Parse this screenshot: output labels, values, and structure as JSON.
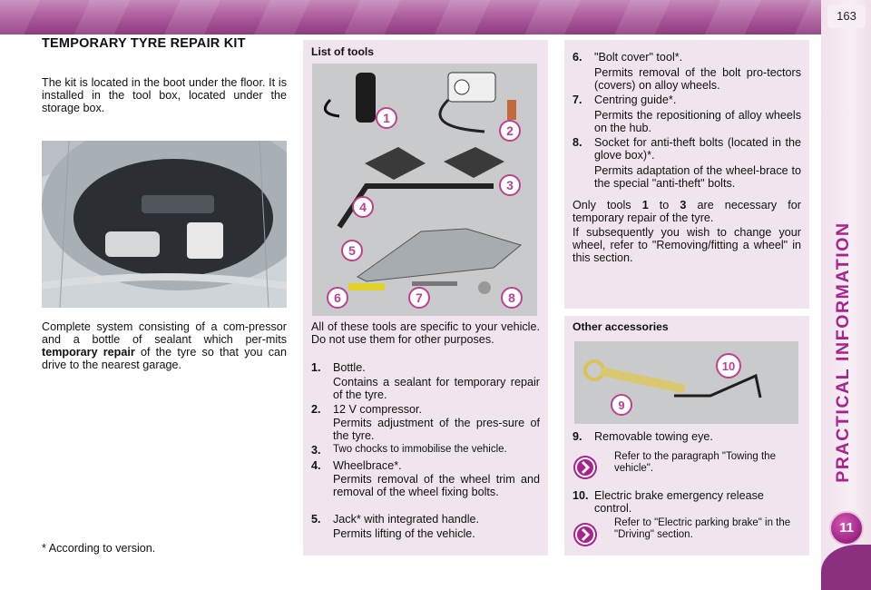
{
  "page": {
    "number": "163",
    "chapter_title": "PRACTICAL INFORMATION",
    "chapter_number": "11"
  },
  "left": {
    "heading": "TEMPORARY TYRE REPAIR KIT",
    "intro": "The kit is located in the boot under the floor. It is installed in the tool box, located under the storage box.",
    "complete_a": "Complete system consisting of a com-pressor and a bottle of sealant which per-mits ",
    "complete_bold": "temporary repair",
    "complete_b": " of the tyre so that you can drive to the nearest garage.",
    "footnote": "* According to version."
  },
  "tools": {
    "heading": "List of tools",
    "image_labels": [
      "1",
      "2",
      "3",
      "4",
      "5",
      "6",
      "7",
      "8"
    ],
    "intro": "All of these tools are specific to your vehicle. Do not use them for other purposes.",
    "items": [
      {
        "num": "1.",
        "title": "Bottle.",
        "desc": "Contains a sealant for temporary repair of the tyre."
      },
      {
        "num": "2.",
        "title": "12 V compressor.",
        "desc": "Permits adjustment of the pres-sure of the tyre."
      },
      {
        "num": "3.",
        "title": "Two chocks to immobilise the vehicle.",
        "desc": ""
      },
      {
        "num": "4.",
        "title": "Wheelbrace*.",
        "desc": "Permits removal of the wheel trim and removal of the wheel fixing bolts."
      },
      {
        "num": "5.",
        "title": "Jack* with integrated handle.",
        "desc": "Permits lifting of the vehicle."
      },
      {
        "num": "6.",
        "title": "\"Bolt cover\" tool*.",
        "desc": "Permits removal of the bolt pro-tectors (covers) on alloy wheels."
      },
      {
        "num": "7.",
        "title": "Centring guide*.",
        "desc": "Permits the repositioning of alloy wheels on the hub."
      },
      {
        "num": "8.",
        "title": "Socket for anti-theft bolts (located in the glove box)*.",
        "desc": "Permits adaptation of the wheel-brace to the special \"anti-theft\" bolts."
      }
    ],
    "note_a": "Only tools ",
    "note_b1": "1",
    "note_mid": " to ",
    "note_b2": "3",
    "note_c": " are necessary for temporary repair of the tyre.",
    "note2": "If subsequently you wish to change your wheel, refer to \"Removing/fitting a wheel\" in this section."
  },
  "accessories": {
    "heading": "Other accessories",
    "image_labels": [
      "10",
      "9"
    ],
    "item9_num": "9.",
    "item9_title": "Removable towing eye.",
    "item9_ref": "Refer to the paragraph \"Towing the vehicle\".",
    "item10_num": "10.",
    "item10_title": "Electric brake emergency release control.",
    "item10_ref": "Refer to \"Electric parking brake\" in the \"Driving\" section."
  },
  "colors": {
    "accent": "#a8238e",
    "panel": "#f0e4ee",
    "badge_ring": "#8b2f7f"
  },
  "icons": {
    "arrow": "chevron-right-circle-icon"
  }
}
